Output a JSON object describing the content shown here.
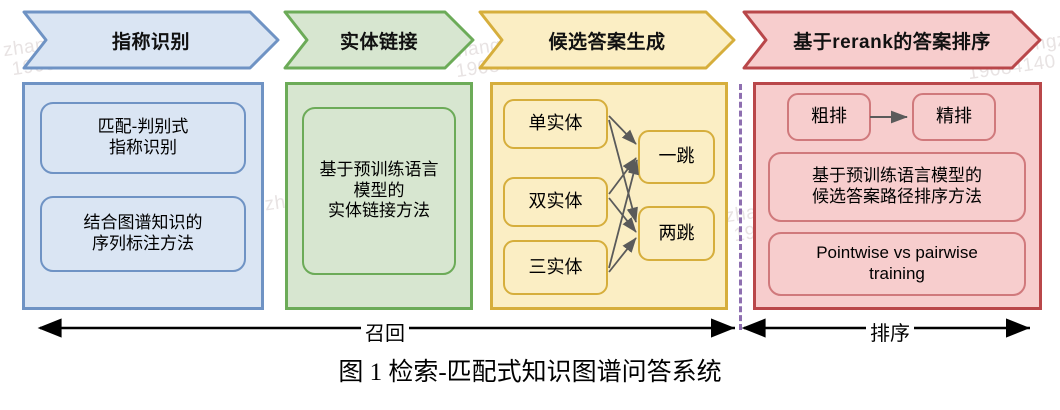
{
  "figure": {
    "caption": "图 1 检索-匹配式知识图谱问答系统",
    "watermark": {
      "line1": "zhanghongzhi03",
      "line2": "19084140"
    },
    "colors": {
      "blue_fill": "#dae5f3",
      "blue_stroke": "#6f93c4",
      "green_fill": "#d7e6d0",
      "green_stroke": "#6cab58",
      "yellow_fill": "#fbeec4",
      "yellow_stroke": "#d6ae3c",
      "red_fill": "#f7cdcd",
      "red_stroke": "#b9474a",
      "divider": "#8e6fb0",
      "arrow": "#5a5a5a",
      "text": "#000000"
    }
  },
  "stages": [
    {
      "id": "mention-recognition",
      "banner": "指称识别",
      "theme": "blue",
      "boxes": [
        {
          "id": "match-discriminative",
          "lines": [
            "匹配-判别式",
            "指称识别"
          ]
        },
        {
          "id": "graph-knowledge-seq-labeling",
          "lines": [
            "结合图谱知识的",
            "序列标注方法"
          ]
        }
      ]
    },
    {
      "id": "entity-linking",
      "banner": "实体链接",
      "theme": "green",
      "boxes": [
        {
          "id": "plm-entity-linking",
          "lines": [
            "基于预训练语言",
            "模型的",
            "实体链接方法"
          ]
        }
      ]
    },
    {
      "id": "candidate-answer-generation",
      "banner": "候选答案生成",
      "theme": "yellow",
      "boxes": [
        {
          "id": "single-entity",
          "lines": [
            "单实体"
          ]
        },
        {
          "id": "double-entity",
          "lines": [
            "双实体"
          ]
        },
        {
          "id": "triple-entity",
          "lines": [
            "三实体"
          ]
        },
        {
          "id": "one-hop",
          "lines": [
            "一跳"
          ]
        },
        {
          "id": "two-hop",
          "lines": [
            "两跳"
          ]
        }
      ],
      "edges": [
        {
          "from": "single-entity",
          "to": "one-hop"
        },
        {
          "from": "single-entity",
          "to": "two-hop"
        },
        {
          "from": "double-entity",
          "to": "one-hop"
        },
        {
          "from": "double-entity",
          "to": "two-hop"
        },
        {
          "from": "triple-entity",
          "to": "one-hop"
        },
        {
          "from": "triple-entity",
          "to": "two-hop"
        }
      ]
    },
    {
      "id": "rerank-answer-ranking",
      "banner": "基于rerank的答案排序",
      "theme": "red",
      "boxes": [
        {
          "id": "coarse-rank",
          "lines": [
            "粗排"
          ]
        },
        {
          "id": "fine-rank",
          "lines": [
            "精排"
          ]
        },
        {
          "id": "plm-path-ranking",
          "lines": [
            "基于预训练语言模型的",
            "候选答案路径排序方法"
          ]
        },
        {
          "id": "pointwise-pairwise",
          "lines": [
            "Pointwise vs pairwise",
            "training"
          ]
        }
      ],
      "edges": [
        {
          "from": "coarse-rank",
          "to": "fine-rank"
        }
      ]
    }
  ],
  "ranges": [
    {
      "id": "recall",
      "label": "召回"
    },
    {
      "id": "ranking",
      "label": "排序"
    }
  ]
}
